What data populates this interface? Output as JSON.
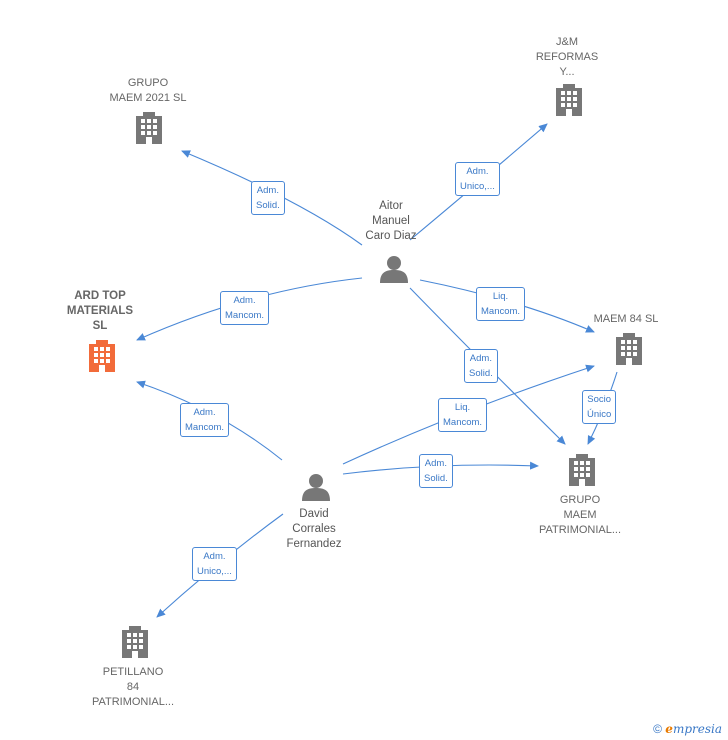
{
  "colors": {
    "edge": "#4a88d6",
    "building": "#777777",
    "focus_building": "#f26b3a",
    "person": "#777777"
  },
  "nodes": {
    "grupo_maem_2021": {
      "label": "GRUPO\nMAEM 2021  SL"
    },
    "jm_reformas": {
      "label": "J&M\nREFORMAS\nY..."
    },
    "ard_top": {
      "label": "ARD TOP\nMATERIALS\nSL"
    },
    "maem_84": {
      "label": "MAEM 84  SL"
    },
    "grupo_maem_patrimonial": {
      "label": "GRUPO\nMAEM\nPATRIMONIAL..."
    },
    "petillano": {
      "label": "PETILLANO\n84\nPATRIMONIAL..."
    },
    "aitor": {
      "label": "Aitor\nManuel\nCaro Diaz"
    },
    "david": {
      "label": "David\nCorrales\nFernandez"
    }
  },
  "edges": {
    "aitor_grupo2021": "Adm.\nSolid.",
    "aitor_jm": "Adm.\nUnico,...",
    "aitor_ard": "Adm.\nMancom.",
    "aitor_maem84": "Liq.\nMancom.",
    "aitor_patrimonial": "Adm.\nSolid.",
    "maem84_patrimonial": "Socio\nÚnico",
    "david_ard": "Adm.\nMancom.",
    "david_maem84": "Liq.\nMancom.",
    "david_patrimonial": "Adm.\nSolid.",
    "david_petillano": "Adm.\nUnico,..."
  },
  "footer": {
    "copyright": "©",
    "brand_e": "e",
    "brand_rest": "mpresia"
  }
}
